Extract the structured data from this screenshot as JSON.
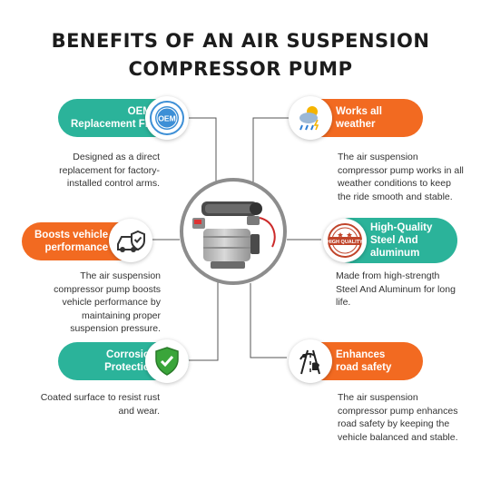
{
  "title": {
    "line1": "BENEFITS OF AN AIR SUSPENSION",
    "line2": "COMPRESSOR PUMP"
  },
  "product": {
    "image_icon": "air-compressor-pump"
  },
  "benefits": [
    {
      "label1": "OEM",
      "label2": "Replacement Fit",
      "badge_text": "OEM",
      "icon": "oem-seal-icon",
      "color": "#2bb39a",
      "description": [
        "Designed as a direct",
        "replacement for factory-",
        "installed control arms."
      ]
    },
    {
      "label1": "Works all",
      "label2": "weather",
      "icon": "weather-icon",
      "color": "#f26a21",
      "description": [
        "The air suspension",
        "compressor pump works in all",
        "weather conditions to keep",
        "the ride smooth and stable."
      ]
    },
    {
      "label1": "Boosts vehicle",
      "label2": "performance",
      "icon": "car-shield-icon",
      "color": "#f26a21",
      "description": [
        "The air suspension",
        "compressor pump boosts",
        "vehicle performance by",
        "maintaining proper",
        "suspension pressure."
      ]
    },
    {
      "label1": "High-Quality",
      "label2": "Steel And",
      "label3": "aluminum",
      "badge_text": "HIGH QUALITY",
      "icon": "quality-stamp-icon",
      "color": "#2bb39a",
      "description": [
        "Made from high-strength",
        "Steel And Aluminum for long",
        "life."
      ]
    },
    {
      "label1": "Corrosion",
      "label2": "Protection",
      "icon": "shield-check-icon",
      "color": "#2bb39a",
      "description": [
        "Coated surface to resist rust",
        "and wear."
      ]
    },
    {
      "label1": "Enhances",
      "label2": "road safety",
      "icon": "road-safety-icon",
      "color": "#f26a21",
      "description": [
        "The air suspension",
        "compressor pump enhances",
        "road safety by keeping the",
        "vehicle balanced and stable."
      ]
    }
  ]
}
